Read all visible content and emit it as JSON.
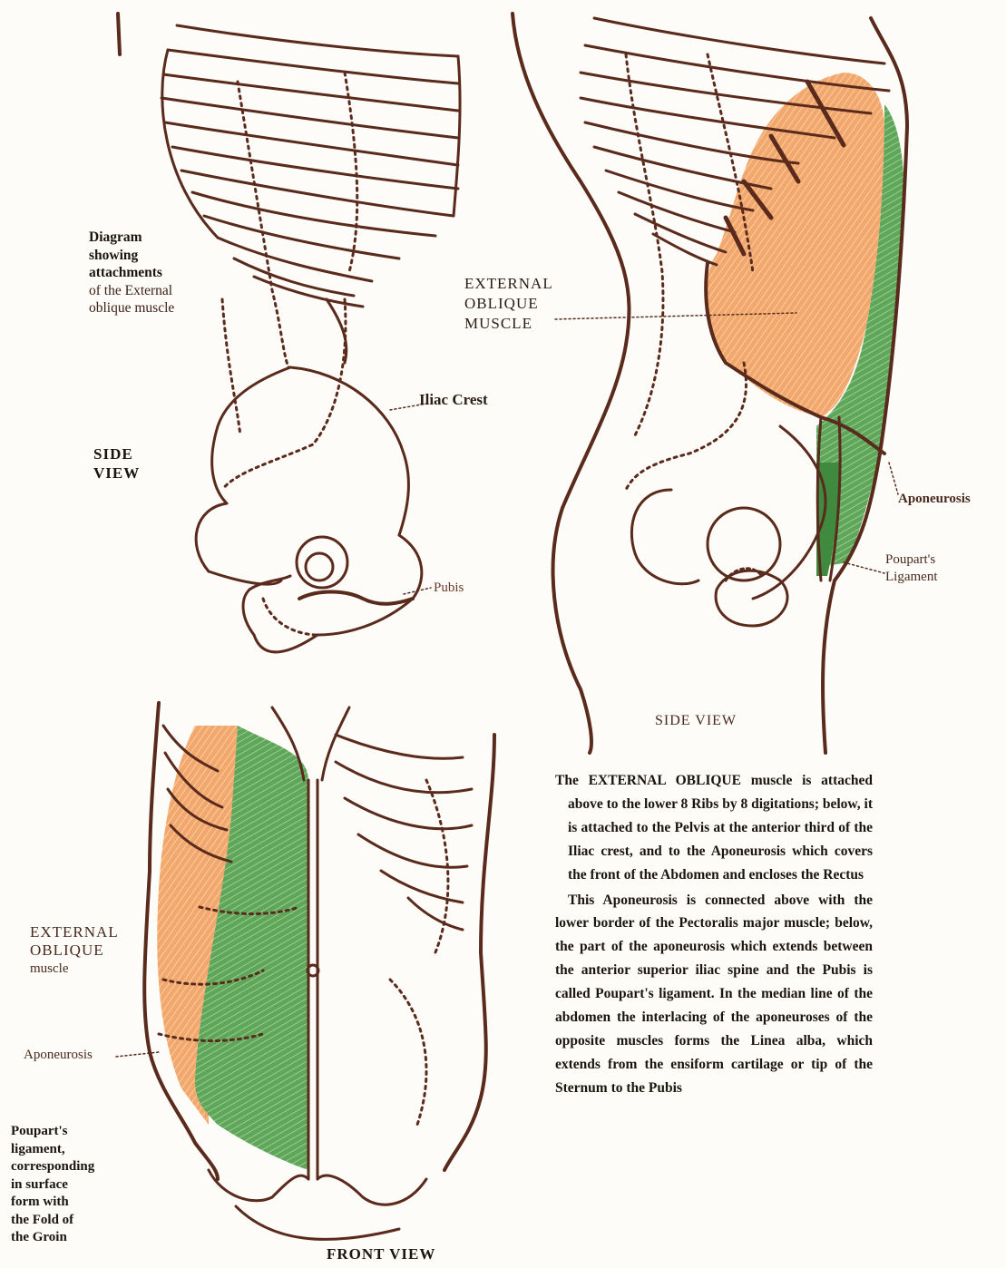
{
  "labels": {
    "diagram_caption": [
      "Diagram",
      "showing",
      "attachments",
      "of the External",
      "oblique muscle"
    ],
    "iliac_crest": "Iliac Crest",
    "side_view_left": [
      "SIDE",
      "VIEW"
    ],
    "pubis": "Pubis",
    "external_oblique_right": [
      "EXTERNAL",
      "OBLIQUE",
      "MUSCLE"
    ],
    "aponeurosis_right": "Aponeurosis",
    "pouparts_right": [
      "Poupart's",
      "Ligament"
    ],
    "side_view_right": "SIDE VIEW",
    "external_oblique_front": [
      "EXTERNAL",
      "OBLIQUE",
      "muscle"
    ],
    "aponeurosis_front": "Aponeurosis",
    "pouparts_front": [
      "Poupart's",
      "ligament,",
      "corresponding",
      "in surface",
      "form with",
      "the Fold of",
      "the Groin"
    ],
    "front_view": "FRONT VIEW"
  },
  "paragraphs": [
    "The EXTERNAL OBLIQUE muscle is attached above to the lower 8 Ribs by 8 digitations; below, it is attached to the Pelvis at the anterior third of the Iliac crest, and to the Aponeurosis which covers the front of the Abdomen and encloses the Rectus",
    "This Aponeurosis is connected above with the lower border of the Pectoralis major muscle; below, the part of the aponeurosis which extends between the anterior superior iliac spine and the Pubis is called Poupart's ligament. In the median line of the abdomen the interlacing of the aponeuroses of the opposite muscles forms the Linea alba, which extends from the ensiform cartilage or tip of the Sternum to the Pubis"
  ],
  "colors": {
    "ink": "#5a2a1c",
    "muscle_orange": "#f2a86c",
    "aponeurosis_green": "#5fa65a",
    "ligament_green": "#3f8a3e",
    "paper": "#fdfcf8"
  }
}
